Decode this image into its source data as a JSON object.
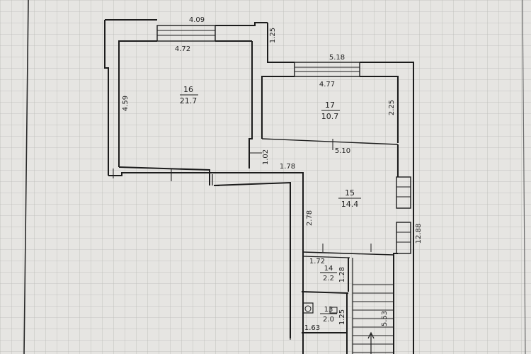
{
  "plan": {
    "rooms": [
      {
        "id": "room-16",
        "number": "16",
        "area": "21.7"
      },
      {
        "id": "room-17",
        "number": "17",
        "area": "10.7"
      },
      {
        "id": "room-15",
        "number": "15",
        "area": "14.4"
      },
      {
        "id": "room-14",
        "number": "14",
        "area": "2.2"
      },
      {
        "id": "room-13",
        "number": "13",
        "area": "2.0"
      }
    ],
    "dimensions": [
      {
        "id": "dim-top-width",
        "value": "4.09"
      },
      {
        "id": "dim-room16-width",
        "value": "4.72"
      },
      {
        "id": "dim-room16-height",
        "value": "4.59"
      },
      {
        "id": "dim-step-1",
        "value": "1.25"
      },
      {
        "id": "dim-top-right-width",
        "value": "5.18"
      },
      {
        "id": "dim-room17-width",
        "value": "4.77"
      },
      {
        "id": "dim-room17-height",
        "value": "2.25"
      },
      {
        "id": "dim-partition-width",
        "value": "5.10"
      },
      {
        "id": "dim-partition-gap",
        "value": "1.02"
      },
      {
        "id": "dim-room15-top",
        "value": "1.78"
      },
      {
        "id": "dim-room15-side",
        "value": "2.78"
      },
      {
        "id": "dim-right-wall",
        "value": "12.88"
      },
      {
        "id": "dim-room14-width",
        "value": "1.72"
      },
      {
        "id": "dim-room14-height",
        "value": "1.28"
      },
      {
        "id": "dim-room13-height",
        "value": "1.25"
      },
      {
        "id": "dim-room13-width",
        "value": "1.63"
      },
      {
        "id": "dim-stair-length",
        "value": "5.53"
      }
    ]
  }
}
